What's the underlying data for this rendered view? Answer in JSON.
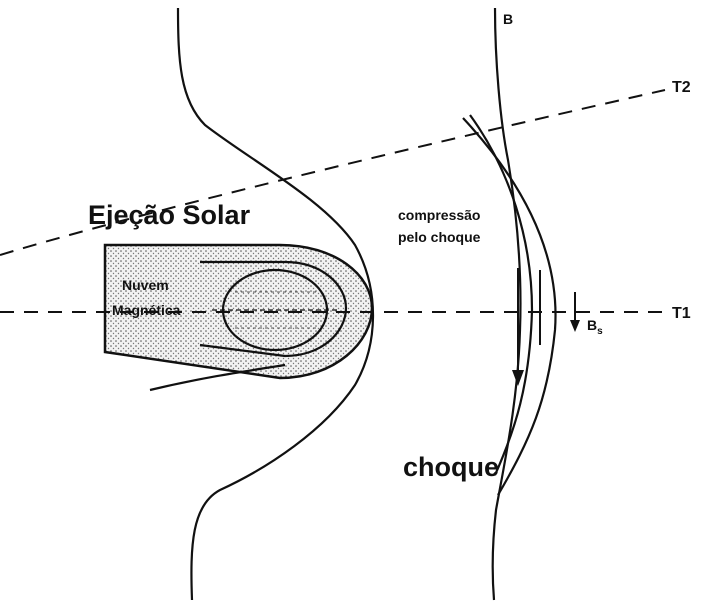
{
  "labels": {
    "ejecao": "Ejeção Solar",
    "nuvem_l1": "Nuvem",
    "nuvem_l2": "Magnética",
    "compressao_l1": "compressão",
    "compressao_l2": "pelo choque",
    "choque": "choque",
    "b_field": "B",
    "bs": "B",
    "bs_sub": "s",
    "t1": "T1",
    "t2": "T2"
  }
}
